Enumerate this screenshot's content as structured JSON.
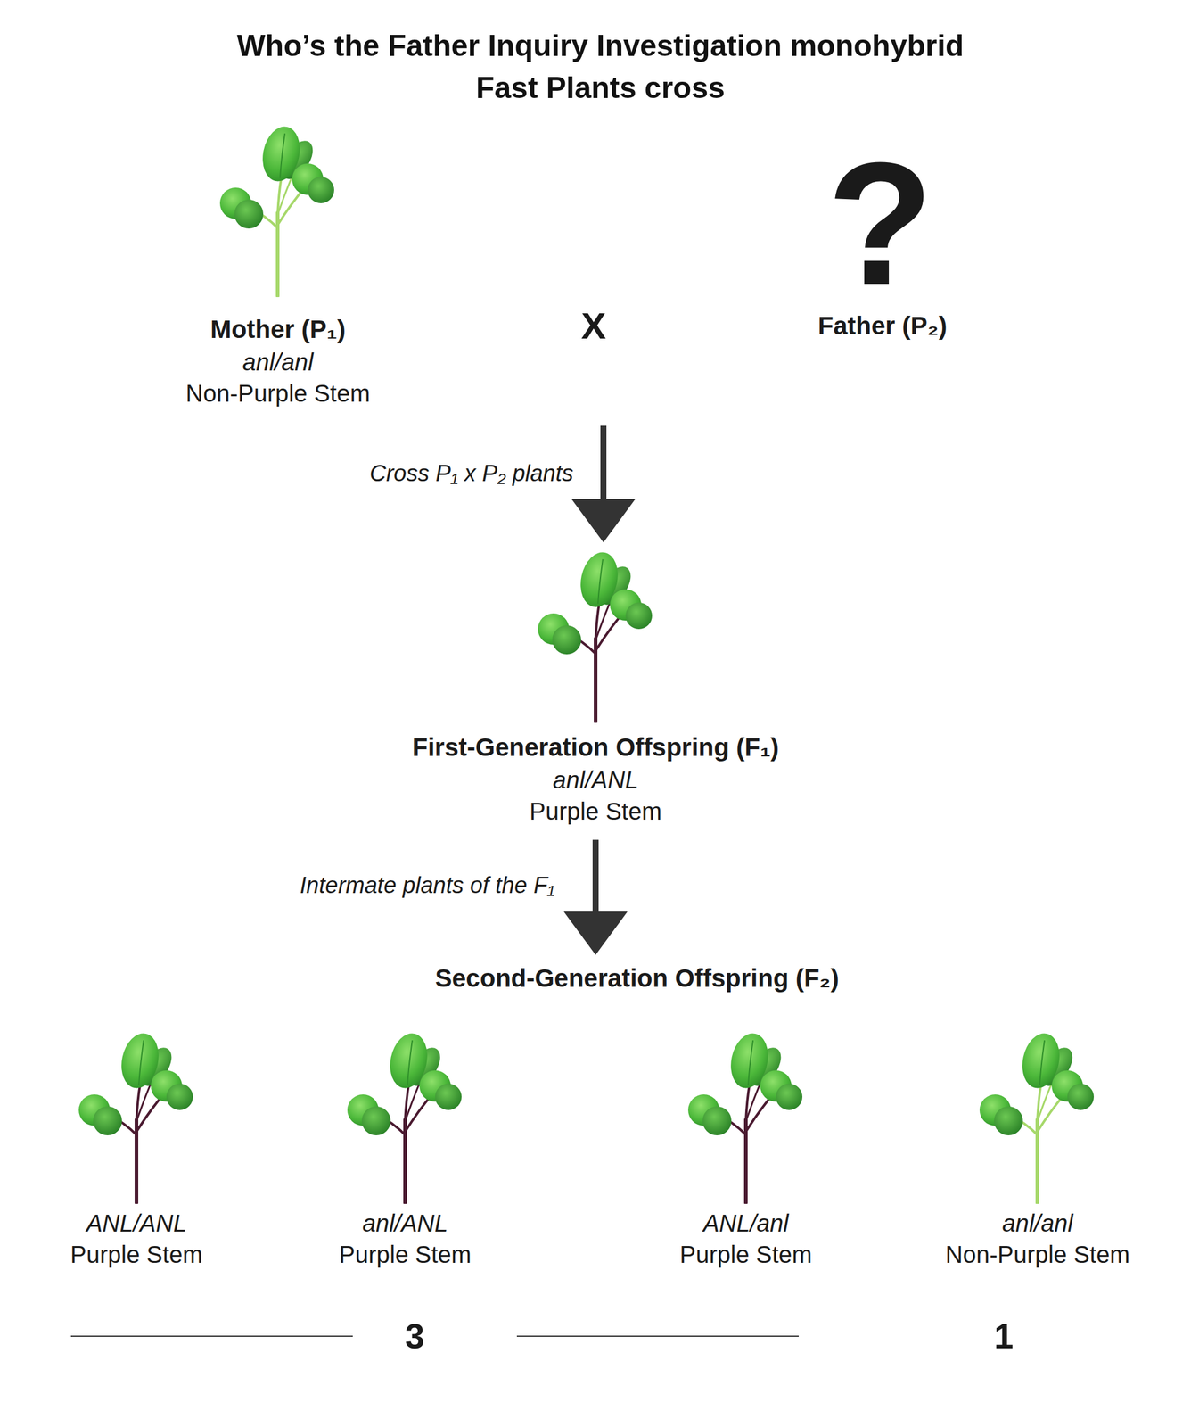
{
  "diagram": {
    "title": "Who’s the Father Inquiry Investigation monohybrid Fast Plants cross",
    "nodes": [
      {
        "text": [
          "Mother (P₁)",
          "anl/anl",
          "Non-Purple Stem"
        ]
      },
      {
        "text": [
          "Father (P₂)"
        ]
      },
      {
        "text": [
          "First-Generation Offspring (F₁)",
          "anl/ANL",
          "Purple Stem"
        ]
      },
      {
        "text": [
          "Second-Generation Offspring (F₂)"
        ]
      },
      {
        "text": [
          "ANL/ANL",
          "Purple Stem"
        ]
      },
      {
        "text": [
          "anl/ANL",
          "Purple Stem"
        ]
      },
      {
        "text": [
          "ANL/anl",
          "Purple Stem"
        ]
      },
      {
        "text": [
          "anl/anl",
          "Non-Purple Stem"
        ]
      }
    ],
    "edges": [
      {
        "from": 2,
        "to": 3,
        "arrow": "to",
        "label": "Intermate plants of the F₁"
      }
    ],
    "labels": [
      "X",
      "?",
      "Cross P₁ x P₂ plants",
      "3",
      "1"
    ]
  }
}
